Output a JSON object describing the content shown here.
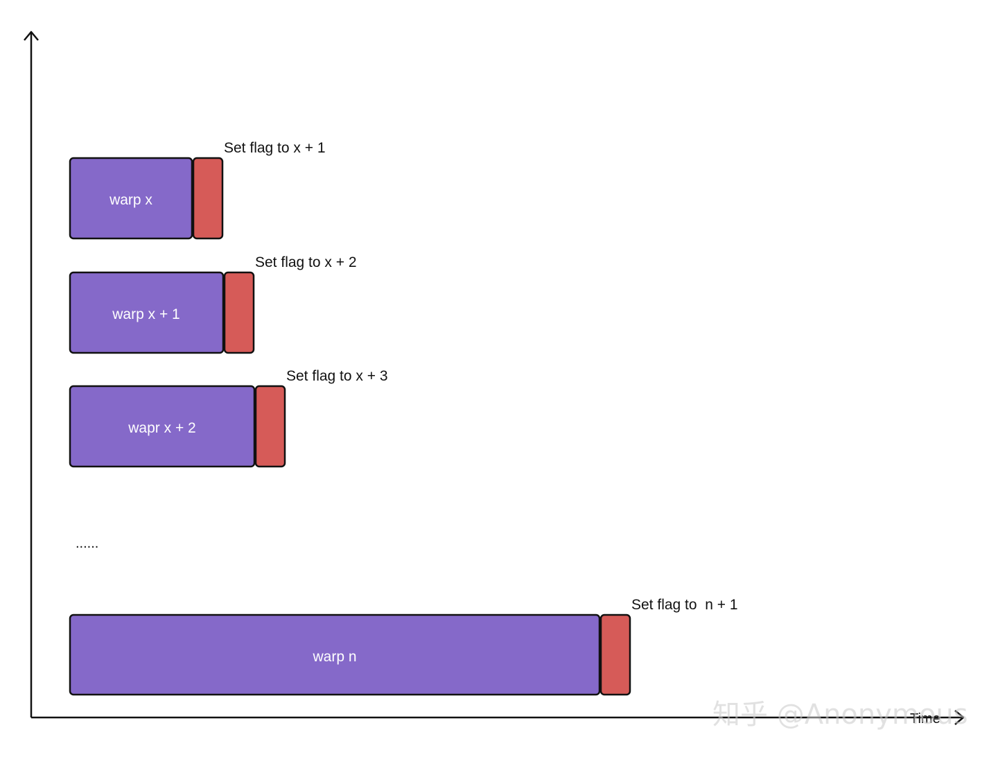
{
  "diagram": {
    "x_axis_label": "Time",
    "ellipsis": "......",
    "watermark": "知乎 @Anonymous",
    "colors": {
      "warp_fill": "#8569c9",
      "flag_fill": "#d65b58",
      "stroke": "#111111",
      "axis": "#111111"
    },
    "rows": [
      {
        "label": "warp x",
        "flag_label": "Set flag to x + 1"
      },
      {
        "label": "warp x + 1",
        "flag_label": "Set flag to x + 2"
      },
      {
        "label": "wapr x + 2",
        "flag_label": "Set flag to x + 3"
      },
      {
        "label": "warp n",
        "flag_label": "Set flag to  n + 1"
      }
    ]
  }
}
